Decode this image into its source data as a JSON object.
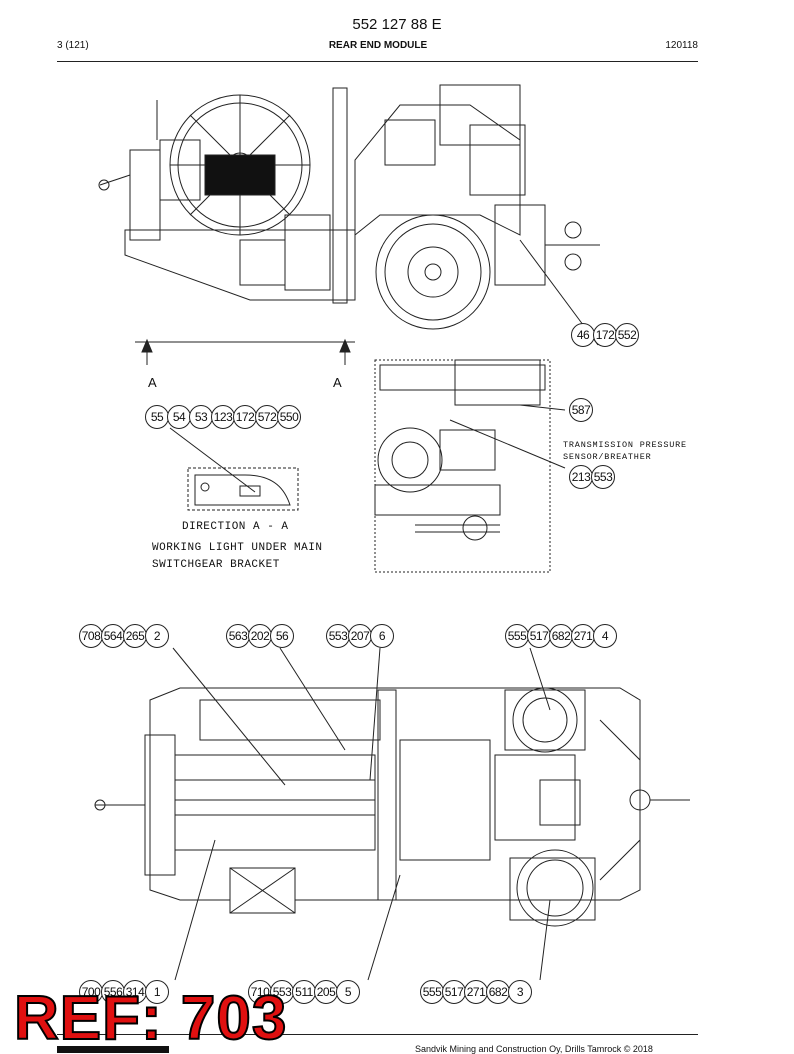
{
  "header": {
    "doc_number": "552 127 88 E",
    "page": "3 (121)",
    "module_title": "REAR END MODULE",
    "date_code": "120118"
  },
  "notes": {
    "section_letter_left": "A",
    "section_letter_right": "A",
    "direction": "DIRECTION A - A",
    "working_light_1": "WORKING LIGHT UNDER MAIN",
    "working_light_2": "SWITCHGEAR BRACKET",
    "transmission_1": "TRANSMISSION PRESSURE",
    "transmission_2": "SENSOR/BREATHER"
  },
  "callout_groups": [
    {
      "id": "c1",
      "items": [
        "46",
        "172",
        "552"
      ]
    },
    {
      "id": "c2",
      "items": [
        "55",
        "54",
        "53",
        "123",
        "172",
        "572",
        "550"
      ]
    },
    {
      "id": "c3",
      "items": [
        "587"
      ]
    },
    {
      "id": "c4",
      "items": [
        "213",
        "553"
      ]
    },
    {
      "id": "c5",
      "items": [
        "708",
        "564",
        "265",
        "2"
      ]
    },
    {
      "id": "c6",
      "items": [
        "563",
        "202",
        "56"
      ]
    },
    {
      "id": "c7",
      "items": [
        "553",
        "207",
        "6"
      ]
    },
    {
      "id": "c8",
      "items": [
        "555",
        "517",
        "682",
        "271",
        "4"
      ]
    },
    {
      "id": "c9",
      "items": [
        "700",
        "556",
        "314",
        "1"
      ]
    },
    {
      "id": "c10",
      "items": [
        "710",
        "553",
        "511",
        "205",
        "5"
      ]
    },
    {
      "id": "c11",
      "items": [
        "555",
        "517",
        "271",
        "682",
        "3"
      ]
    }
  ],
  "watermark": "REF: 703",
  "footer": {
    "copyright": "Sandvik Mining and Construction Oy, Drills Tamrock © 2018"
  },
  "colors": {
    "ink": "#111111",
    "watermark_fill": "#e01010",
    "watermark_stroke": "#000000"
  }
}
